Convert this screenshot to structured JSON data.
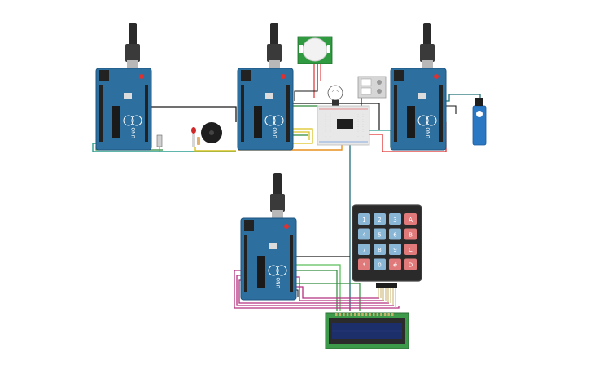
{
  "board_label": "UNO",
  "keypad": {
    "keys": [
      [
        "1",
        "2",
        "3",
        "A"
      ],
      [
        "4",
        "5",
        "6",
        "B"
      ],
      [
        "7",
        "8",
        "9",
        "C"
      ],
      [
        "*",
        "0",
        "#",
        "D"
      ]
    ]
  },
  "colors": {
    "board": "#2d6f9e",
    "board_edge": "#1f5680",
    "header": "#222222",
    "usb": "#b8b8b8",
    "wire_black": "#1a1a1a",
    "wire_red": "#e03030",
    "wire_green": "#2e8b3c",
    "wire_lightgreen": "#5bbf5b",
    "wire_yellow": "#d9c21f",
    "wire_orange": "#e89020",
    "wire_teal": "#2a9d8f",
    "wire_darkteal": "#1f6f78",
    "wire_magenta": "#b5307f",
    "wire_blue": "#2a6fd6",
    "lcd_pcb": "#3d9a4b",
    "lcd_screen": "#1c2f6b",
    "pir_pcb": "#2f9a3f",
    "breadboard": "#e8e8e8",
    "keypad_body": "#2a2a2a",
    "key_blue": "#8ab6d6",
    "key_red": "#e07a7a",
    "servo": "#2a77c4"
  }
}
